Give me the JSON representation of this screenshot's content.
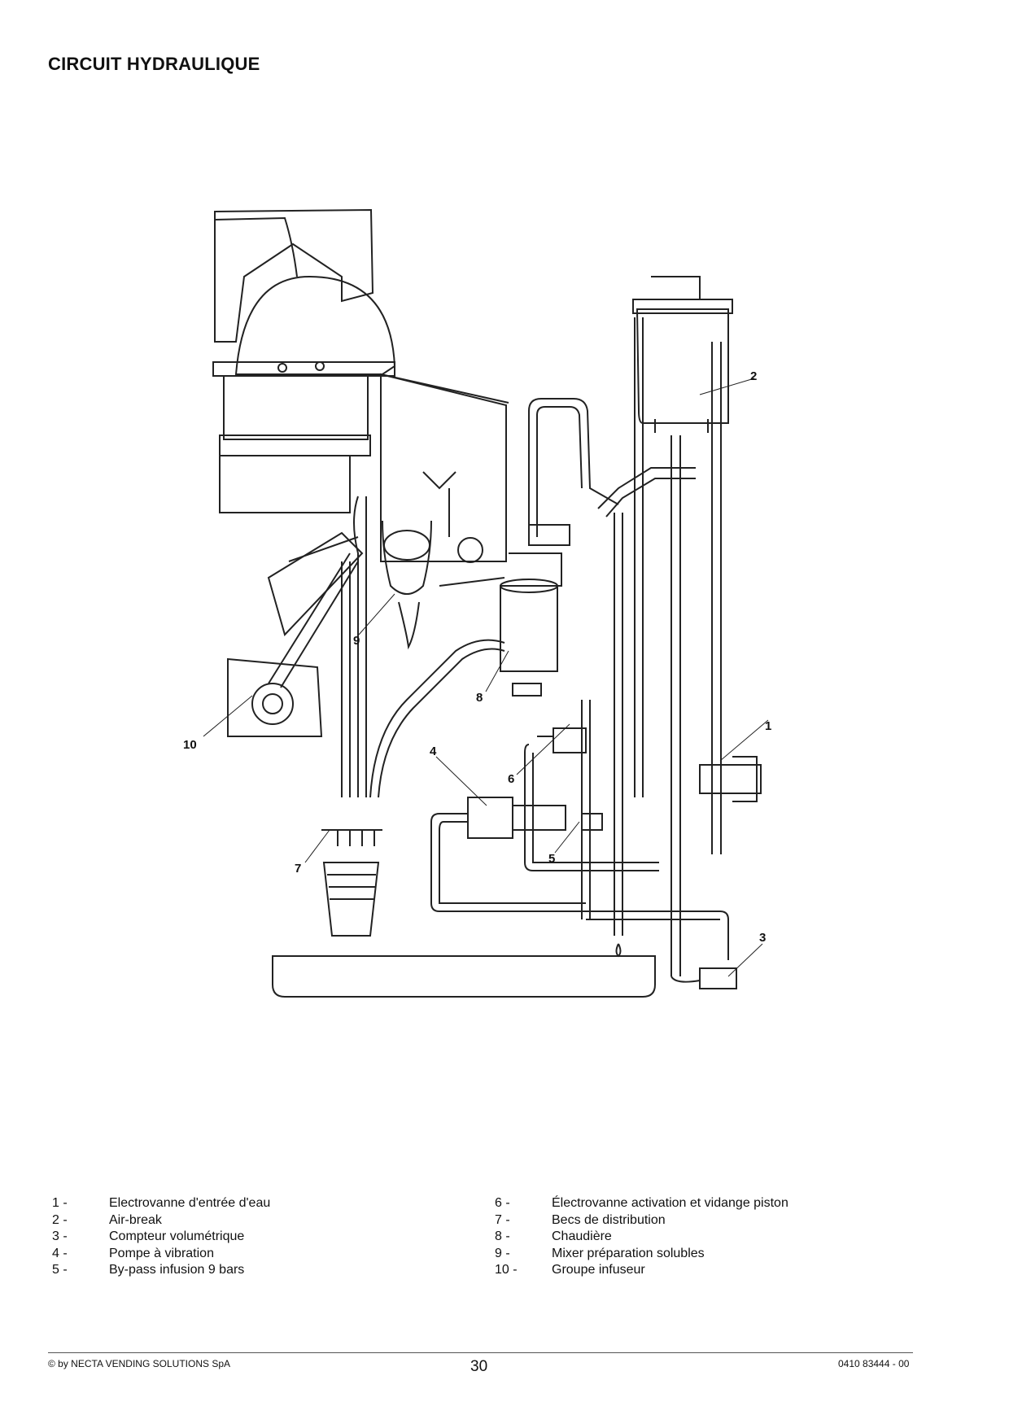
{
  "title": "CIRCUIT HYDRAULIQUE",
  "callouts": [
    "1",
    "2",
    "3",
    "4",
    "5",
    "6",
    "7",
    "8",
    "9",
    "10"
  ],
  "legend_left": [
    {
      "num": "1 -",
      "label": "Electrovanne d'entrée d'eau"
    },
    {
      "num": "2 -",
      "label": "Air-break"
    },
    {
      "num": "3 -",
      "label": "Compteur volumétrique"
    },
    {
      "num": "4 -",
      "label": "Pompe à vibration"
    },
    {
      "num": "5 -",
      "label": "By-pass infusion 9 bars"
    }
  ],
  "legend_right": [
    {
      "num": "6 -",
      "label": "Électrovanne activation et vidange piston"
    },
    {
      "num": "7 -",
      "label": "Becs de distribution"
    },
    {
      "num": "8 -",
      "label": "Chaudière"
    },
    {
      "num": "9 -",
      "label": "Mixer préparation solubles"
    },
    {
      "num": "10 -",
      "label": "Groupe infuseur"
    }
  ],
  "footer": {
    "copyright": "© by NECTA VENDING SOLUTIONS SpA",
    "page_number": "30",
    "doc_code": "0410 83444 - 00"
  }
}
